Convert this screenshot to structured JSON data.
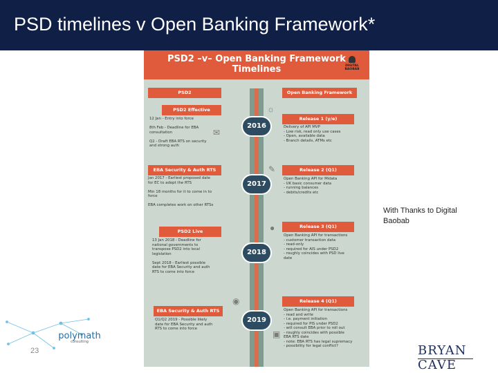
{
  "slide": {
    "title": "PSD timelines v Open Banking Framework*",
    "thanks_lines": [
      "With Thanks to Digital",
      "Baobab"
    ],
    "page_number": "23",
    "polymath_logo": {
      "name": "polymath",
      "sub": "consulting"
    },
    "bryan_cave_logo": "BRYAN CAVE"
  },
  "infographic": {
    "title_lines": [
      "PSD2 –v– Open Banking Framework",
      "Timelines"
    ],
    "logo_text": "DIGITAL BAOBAB",
    "columns": {
      "left": "PSD2",
      "right": "Open Banking Framework"
    },
    "years": [
      "2016",
      "2017",
      "2018",
      "2019"
    ],
    "left_boxes": [
      {
        "title": "PSD2 Effective",
        "lines": [
          "12 Jan - Entry into force",
          "",
          "8th Feb - Deadline for EBA",
          "consultation",
          "",
          "Q2 - Draft EBA RTS on security",
          "and strong auth"
        ]
      },
      {
        "title": "EBA Security & Auth RTS",
        "lines": [
          "Jan 2017 - Earliest proposed date",
          "for EC to adopt the RTS",
          "",
          "Min 18 months for it to come in to",
          "force",
          "",
          "EBA completes work on other RTSs"
        ]
      },
      {
        "title": "PSD2 Live",
        "lines": [
          "13 Jan 2018 - Deadline for",
          "national governments to",
          "transpose PSD2 into local",
          "legislation",
          "",
          "Sept 2018 - Earliest possible",
          "date for EBA Security and auth",
          "RTS to come into force"
        ]
      },
      {
        "title": "EBA Security & Auth RTS",
        "lines": [
          "Q1/Q2 2019 - Possible likely",
          "date for EBA Security and auth",
          "RTS to come into force"
        ]
      }
    ],
    "right_boxes": [
      {
        "title": "Release 1 (y/e)",
        "lines": [
          "Delivery of API MVP",
          "- Low risk, read only use cases",
          "- Open, available data",
          "- Branch details, ATMs etc"
        ]
      },
      {
        "title": "Release 2 (Q1)",
        "lines": [
          "Open Banking API for Midata",
          "- UK basic consumer data",
          "- running balances",
          "- debits/credits etc"
        ]
      },
      {
        "title": "Release 3 (Q1)",
        "lines": [
          "Open Banking API for transactions",
          "- customer transaction data",
          "- read-only",
          "- required for AIS under PSD2",
          "- roughly coincides with PSD live",
          "date"
        ]
      },
      {
        "title": "Release 4 (Q1)",
        "lines": [
          "Open Banking API for transactions",
          "- read and write",
          "- i.e. payment initiation",
          "- required for PIS under PSD2",
          "- will consult EBA prior to roll out",
          "- roughly coincides with possible",
          "EBA RTS date",
          "- note: EBA RTS has legal supremacy",
          "- possibility for legal conflict?"
        ]
      }
    ]
  }
}
